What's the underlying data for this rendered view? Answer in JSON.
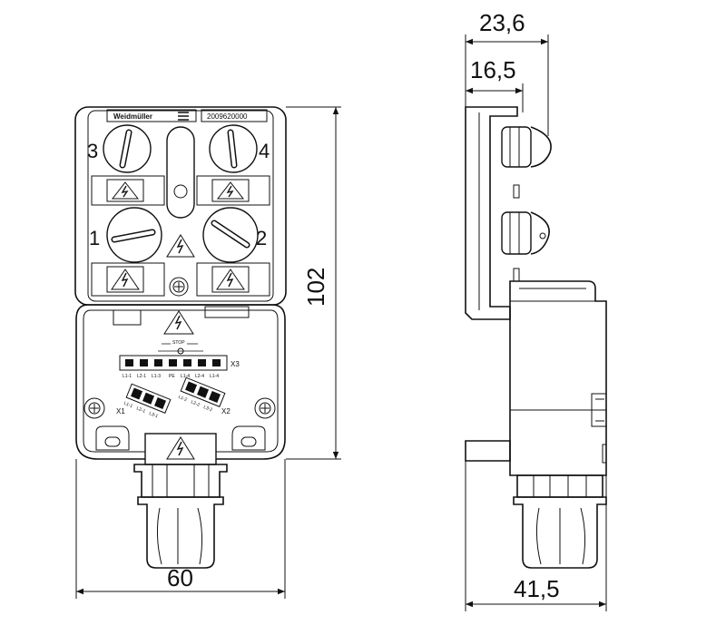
{
  "front_view": {
    "brand": "Weidmüller",
    "part_number": "2009620000",
    "port_numbers": [
      "3",
      "4",
      "1",
      "2"
    ],
    "stop_label": "STOP",
    "terminal_block_x3": {
      "label": "X3",
      "pins": [
        "L1-1",
        "L2-1",
        "L1-3",
        "PE",
        "L1-4",
        "L2-4",
        "L1-4"
      ]
    },
    "terminal_block_x1": {
      "label": "X1",
      "pins": [
        "L1-1",
        "L2-1",
        "L3-1"
      ]
    },
    "terminal_block_x2": {
      "label": "X2",
      "pins": [
        "L1-2",
        "L2-2",
        "L3-2"
      ]
    }
  },
  "dimensions": {
    "width": "60",
    "height": "102",
    "depth_total": "23,6",
    "depth_inner": "16,5",
    "side_width": "41,5"
  }
}
